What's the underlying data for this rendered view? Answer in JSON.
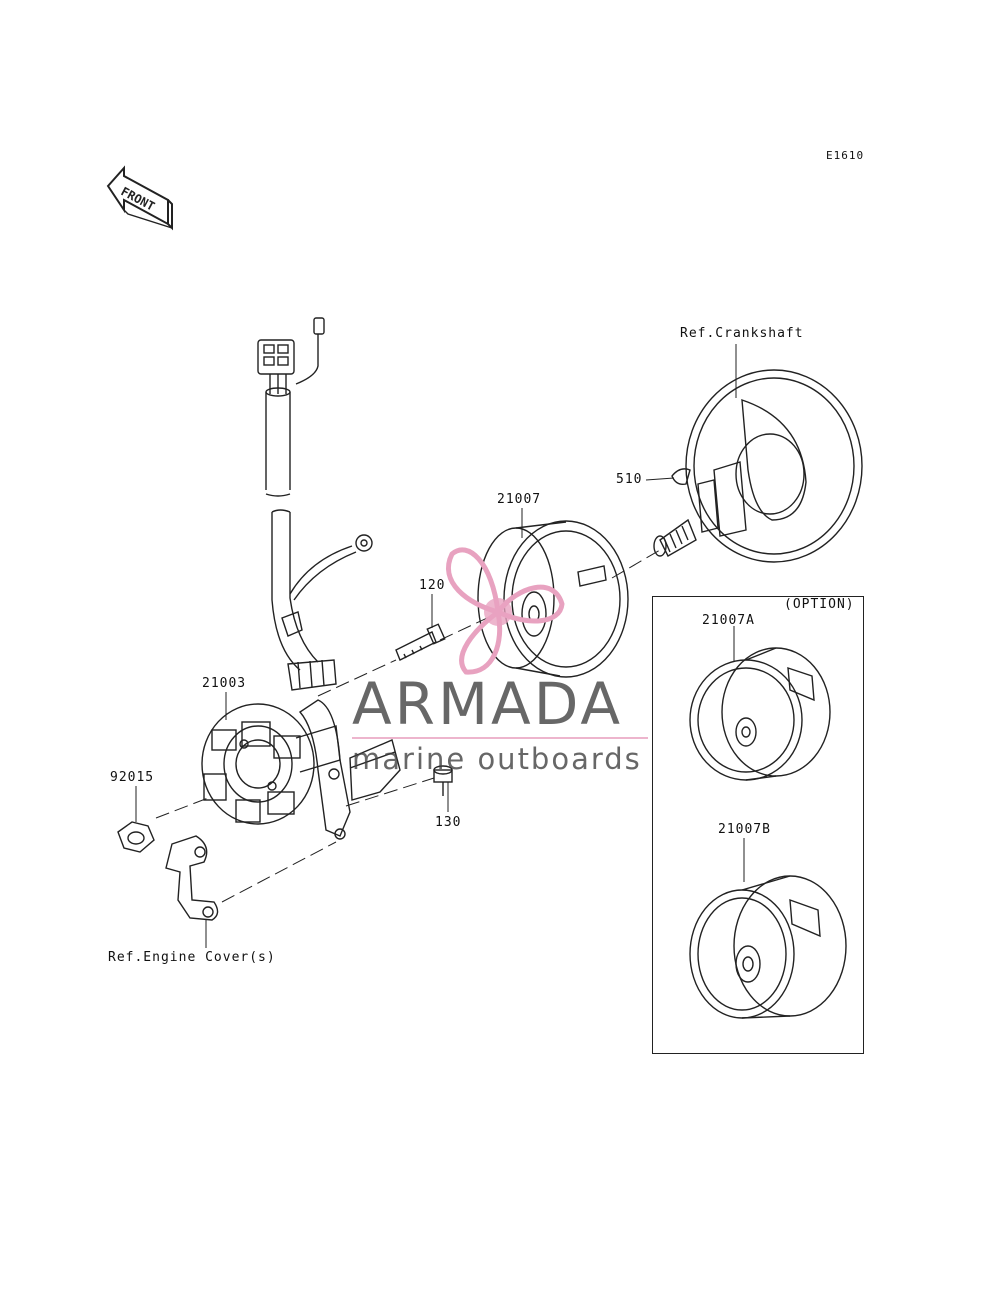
{
  "diagram": {
    "code": "E1610",
    "front_arrow": "FRONT",
    "option_label": "(OPTION)"
  },
  "callouts": {
    "ref_crankshaft": "Ref.Crankshaft",
    "ref_engine_cover": "Ref.Engine Cover(s)",
    "p_21007": "21007",
    "p_510": "510",
    "p_120": "120",
    "p_21003": "21003",
    "p_92015": "92015",
    "p_130": "130",
    "p_21007A": "21007A",
    "p_21007B": "21007B"
  },
  "watermark": {
    "brand": "ARMADA",
    "tagline": "marine outboards",
    "logo_color": "#e8a2c0",
    "text_color": "#3d3d3d"
  }
}
